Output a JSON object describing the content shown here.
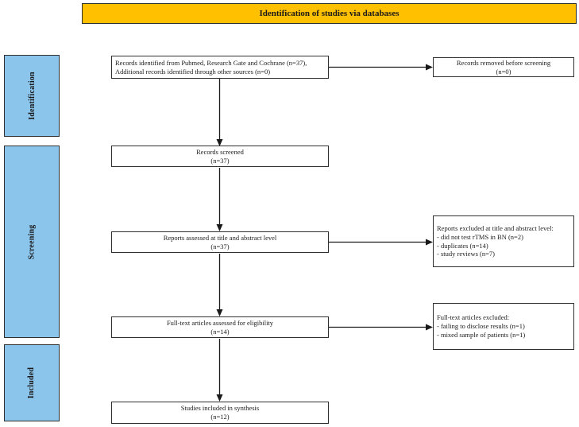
{
  "title_banner": {
    "label": "Identification of studies via databases"
  },
  "colors": {
    "banner_bg": "#FFC000",
    "stage_bg": "#8CC5EC",
    "box_border": "#2F2F2F",
    "arrow": "#1A1A1A"
  },
  "stages": [
    {
      "label": "Identification"
    },
    {
      "label": "Screening"
    },
    {
      "label": "Included"
    }
  ],
  "boxes": {
    "records_identified": {
      "text": "Records identified from Pubmed, Research Gate and Cochrane (n=37),\nAdditional records identified through other sources (n=0)"
    },
    "records_removed": {
      "text": "Records removed before screening\n(n=0)"
    },
    "records_screened": {
      "text": "Records screened\n(n=37)"
    },
    "reports_assessed": {
      "text": "Reports assessed at title and abstract level\n(n=37)"
    },
    "reports_excluded": {
      "text": "Reports excluded at title and abstract level:\n- did not test rTMS in BN (n=2)\n- duplicates (n=14)\n- study reviews (n=7)"
    },
    "fulltext_assessed": {
      "text": "Full-text articles assessed for eligibility\n(n=14)"
    },
    "fulltext_excluded": {
      "text": "Full-text articles excluded:\n- failing to disclose results (n=1)\n- mixed sample of patients (n=1)"
    },
    "studies_included": {
      "text": "Studies included in synthesis\n(n=12)"
    }
  }
}
